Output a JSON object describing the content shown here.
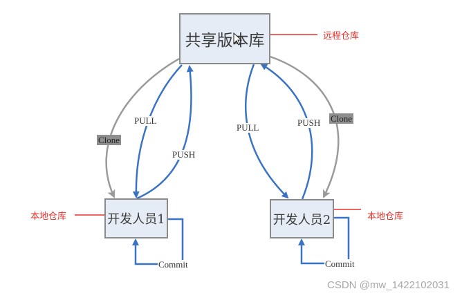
{
  "nodes": {
    "remote": {
      "label": "共享版本库",
      "annotation": "远程仓库"
    },
    "dev1": {
      "label": "开发人员1",
      "annotation": "本地仓库"
    },
    "dev2": {
      "label": "开发人员2",
      "annotation": "本地仓库"
    }
  },
  "edges": {
    "clone_left": "Clone",
    "clone_right": "Clone",
    "pull_left": "PULL",
    "push_left": "PUSH",
    "pull_right": "PULL",
    "push_right": "PUSH",
    "commit_left": "Commit",
    "commit_right": "Commit"
  },
  "colors": {
    "blue_arrow": "#3b73c4",
    "gray_arrow": "#9a9a9a",
    "red_annotation": "#e8312c",
    "box_fill": "#e6ecf6"
  },
  "watermark": "CSDN @mw_1422102031"
}
